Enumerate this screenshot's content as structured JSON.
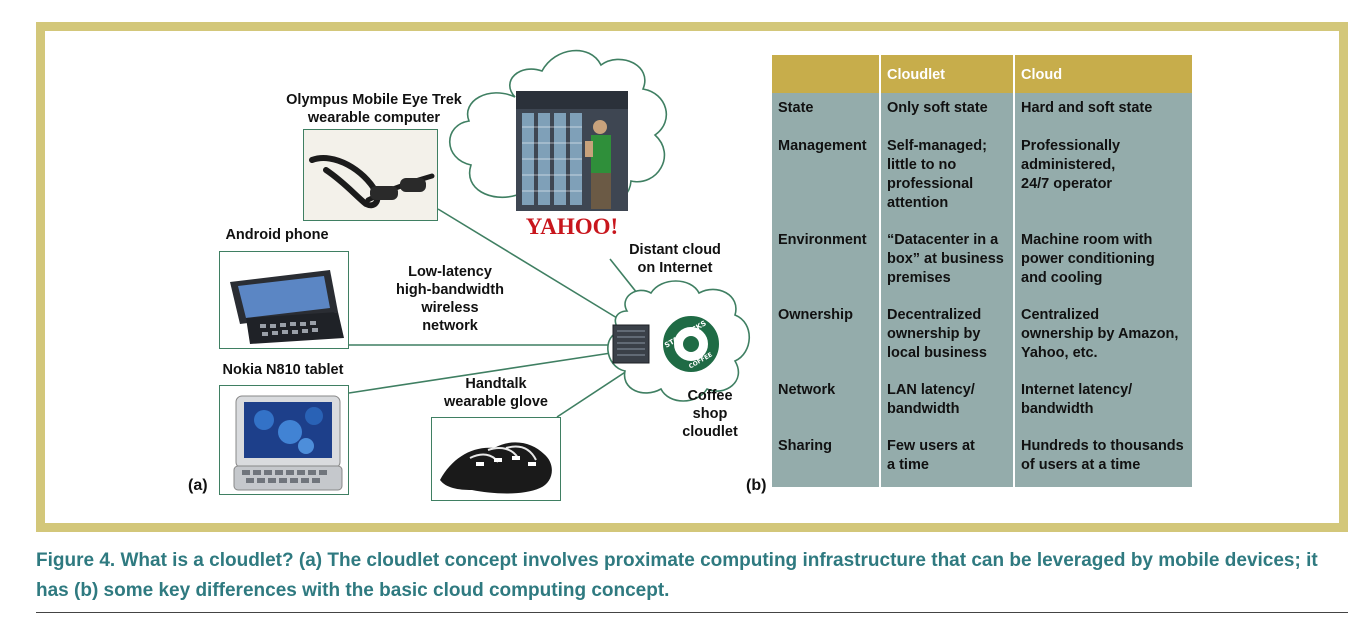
{
  "figure": {
    "diagram": {
      "panel_label": "(a)",
      "devices": [
        {
          "id": "glasses",
          "label": "Olympus Mobile Eye Trek\nwearable computer"
        },
        {
          "id": "android",
          "label": "Android phone"
        },
        {
          "id": "nokia",
          "label": "Nokia N810 tablet"
        },
        {
          "id": "glove",
          "label": "Handtalk\nwearable glove"
        }
      ],
      "network_label": "Low-latency\nhigh-bandwidth\nwireless\nnetwork",
      "distant_cloud_label": "Distant cloud\non Internet",
      "cloudlet_label": "Coffee\nshop\ncloudlet",
      "yahoo_logo_text": "YAHOO!",
      "starbucks_logo_text": "STARBUCKS COFFEE"
    },
    "table": {
      "panel_label": "(b)",
      "headers": [
        "",
        "Cloudlet",
        "Cloud"
      ],
      "rows": [
        [
          "State",
          "Only soft state",
          "Hard and soft state"
        ],
        [
          "Management",
          "Self-managed;\nlittle to no\nprofessional\nattention",
          "Professionally\nadministered,\n24/7 operator"
        ],
        [
          "Environment",
          "“Datacenter in a\nbox” at business\npremises",
          "Machine room with\npower conditioning\nand cooling"
        ],
        [
          "Ownership",
          "Decentralized\nownership by\nlocal business",
          "Centralized\nownership by Amazon,\nYahoo, etc."
        ],
        [
          "Network",
          "LAN latency/\nbandwidth",
          "Internet latency/\nbandwidth"
        ],
        [
          "Sharing",
          "Few users at\na time",
          "Hundreds to thousands\nof users at a time"
        ]
      ]
    },
    "caption": "Figure 4. What is a cloudlet? (a) The cloudlet concept involves proximate computing infrastructure that can be leveraged by mobile devices; it has (b) some key differences with the basic cloud computing concept.",
    "colors": {
      "frame": "#d3c77a",
      "table_header": "#c7ad4b",
      "table_body": "#94acab",
      "caption": "#2f7a80",
      "connector": "#3f7f62"
    }
  }
}
